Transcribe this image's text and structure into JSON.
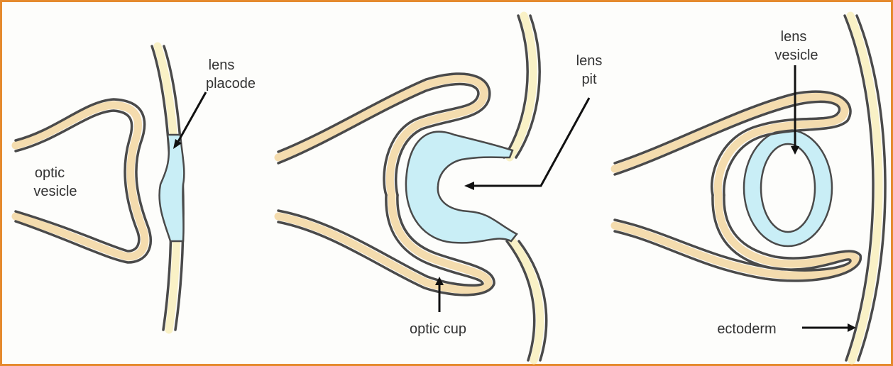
{
  "labels": {
    "lens_placode_1": "lens",
    "lens_placode_2": "placode",
    "optic_vesicle_1": "optic",
    "optic_vesicle_2": "vesicle",
    "lens_pit_1": "lens",
    "lens_pit_2": "pit",
    "optic_cup": "optic cup",
    "lens_vesicle_1": "lens",
    "lens_vesicle_2": "vesicle",
    "ectoderm": "ectoderm"
  },
  "colors": {
    "border": "#e58a2e",
    "neural_tissue": "#f4dcae",
    "ectoderm": "#f9f1c6",
    "lens": "#c9eef6"
  }
}
